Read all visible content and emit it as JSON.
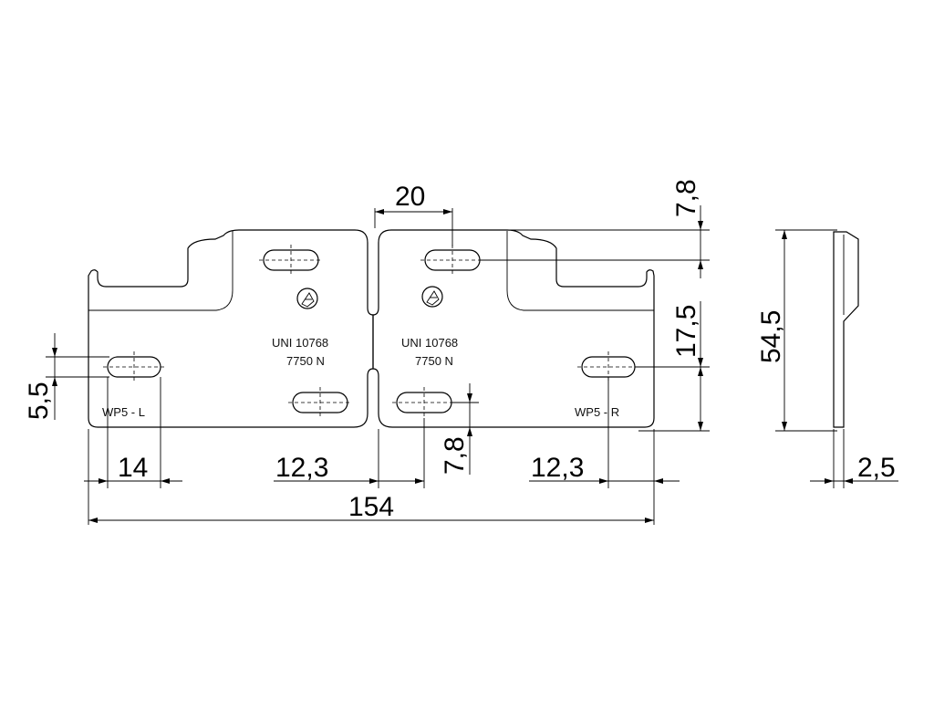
{
  "dimensions": {
    "slot_spacing_top": "20",
    "slot_offset_top": "7,8",
    "slot_vertical_spacing": "17,5",
    "overall_height": "54,5",
    "slot_height": "5,5",
    "slot_edge_offset": "14",
    "center_offset_left": "12,3",
    "slot_offset_bottom": "7,8",
    "center_offset_right": "12,3",
    "overall_width": "154",
    "thickness": "2,5"
  },
  "markings": {
    "left_standard": "UNI  10768",
    "left_code": "7750   N",
    "right_standard": "UNI  10768",
    "right_code": "7750   N",
    "left_label": "WP5   -   L",
    "right_label": "WP5   -   R"
  },
  "icons": {
    "certification": "quality-mark-icon"
  }
}
